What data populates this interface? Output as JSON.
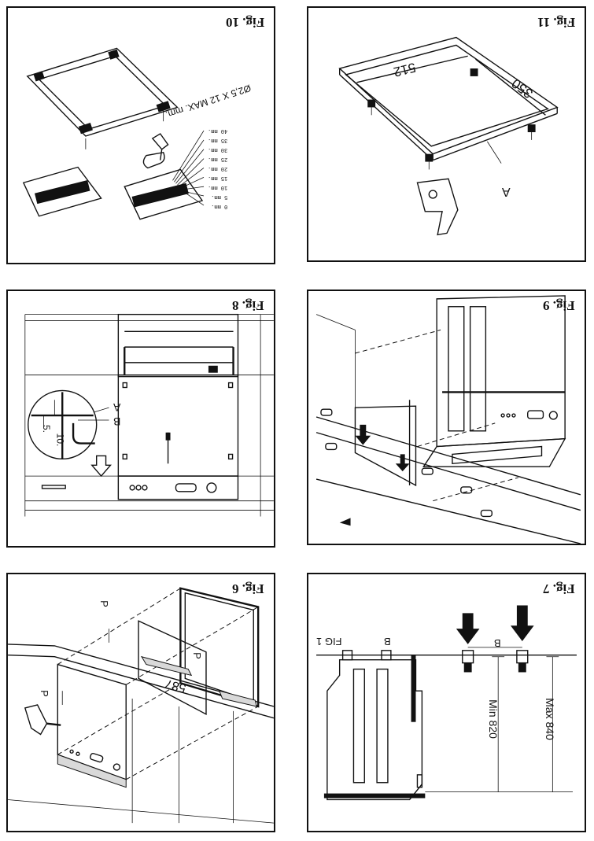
{
  "figures": {
    "fig10": {
      "label": "Fig. 10",
      "screw_note": "Ø2,5 X 12 MAX. mm.",
      "depths": [
        "40 mm.",
        "35 mm.",
        "30 mm.",
        "25 mm.",
        "20 mm.",
        "15 mm.",
        "10 mm.",
        "5 mm.",
        "0 mm."
      ]
    },
    "fig11": {
      "label": "Fig. 11",
      "dim_width": "512",
      "dim_depth": "350",
      "callout": "A"
    },
    "fig8": {
      "label": "Fig. 8",
      "callout_a": "A",
      "callout_b": "B",
      "dim_1": "10.",
      "dim_2": "5."
    },
    "fig9": {
      "label": "Fig. 9"
    },
    "fig6": {
      "label": "Fig. 6",
      "dim_width": "587",
      "dim_p1": "P",
      "dim_p2": "P",
      "dim_p3": "P"
    },
    "fig7": {
      "label": "Fig. 7",
      "fig_ref": "FIG 1",
      "callout_b1": "B",
      "callout_b2": "B",
      "min_label": "Min 820",
      "max_label": "Max 840"
    }
  }
}
